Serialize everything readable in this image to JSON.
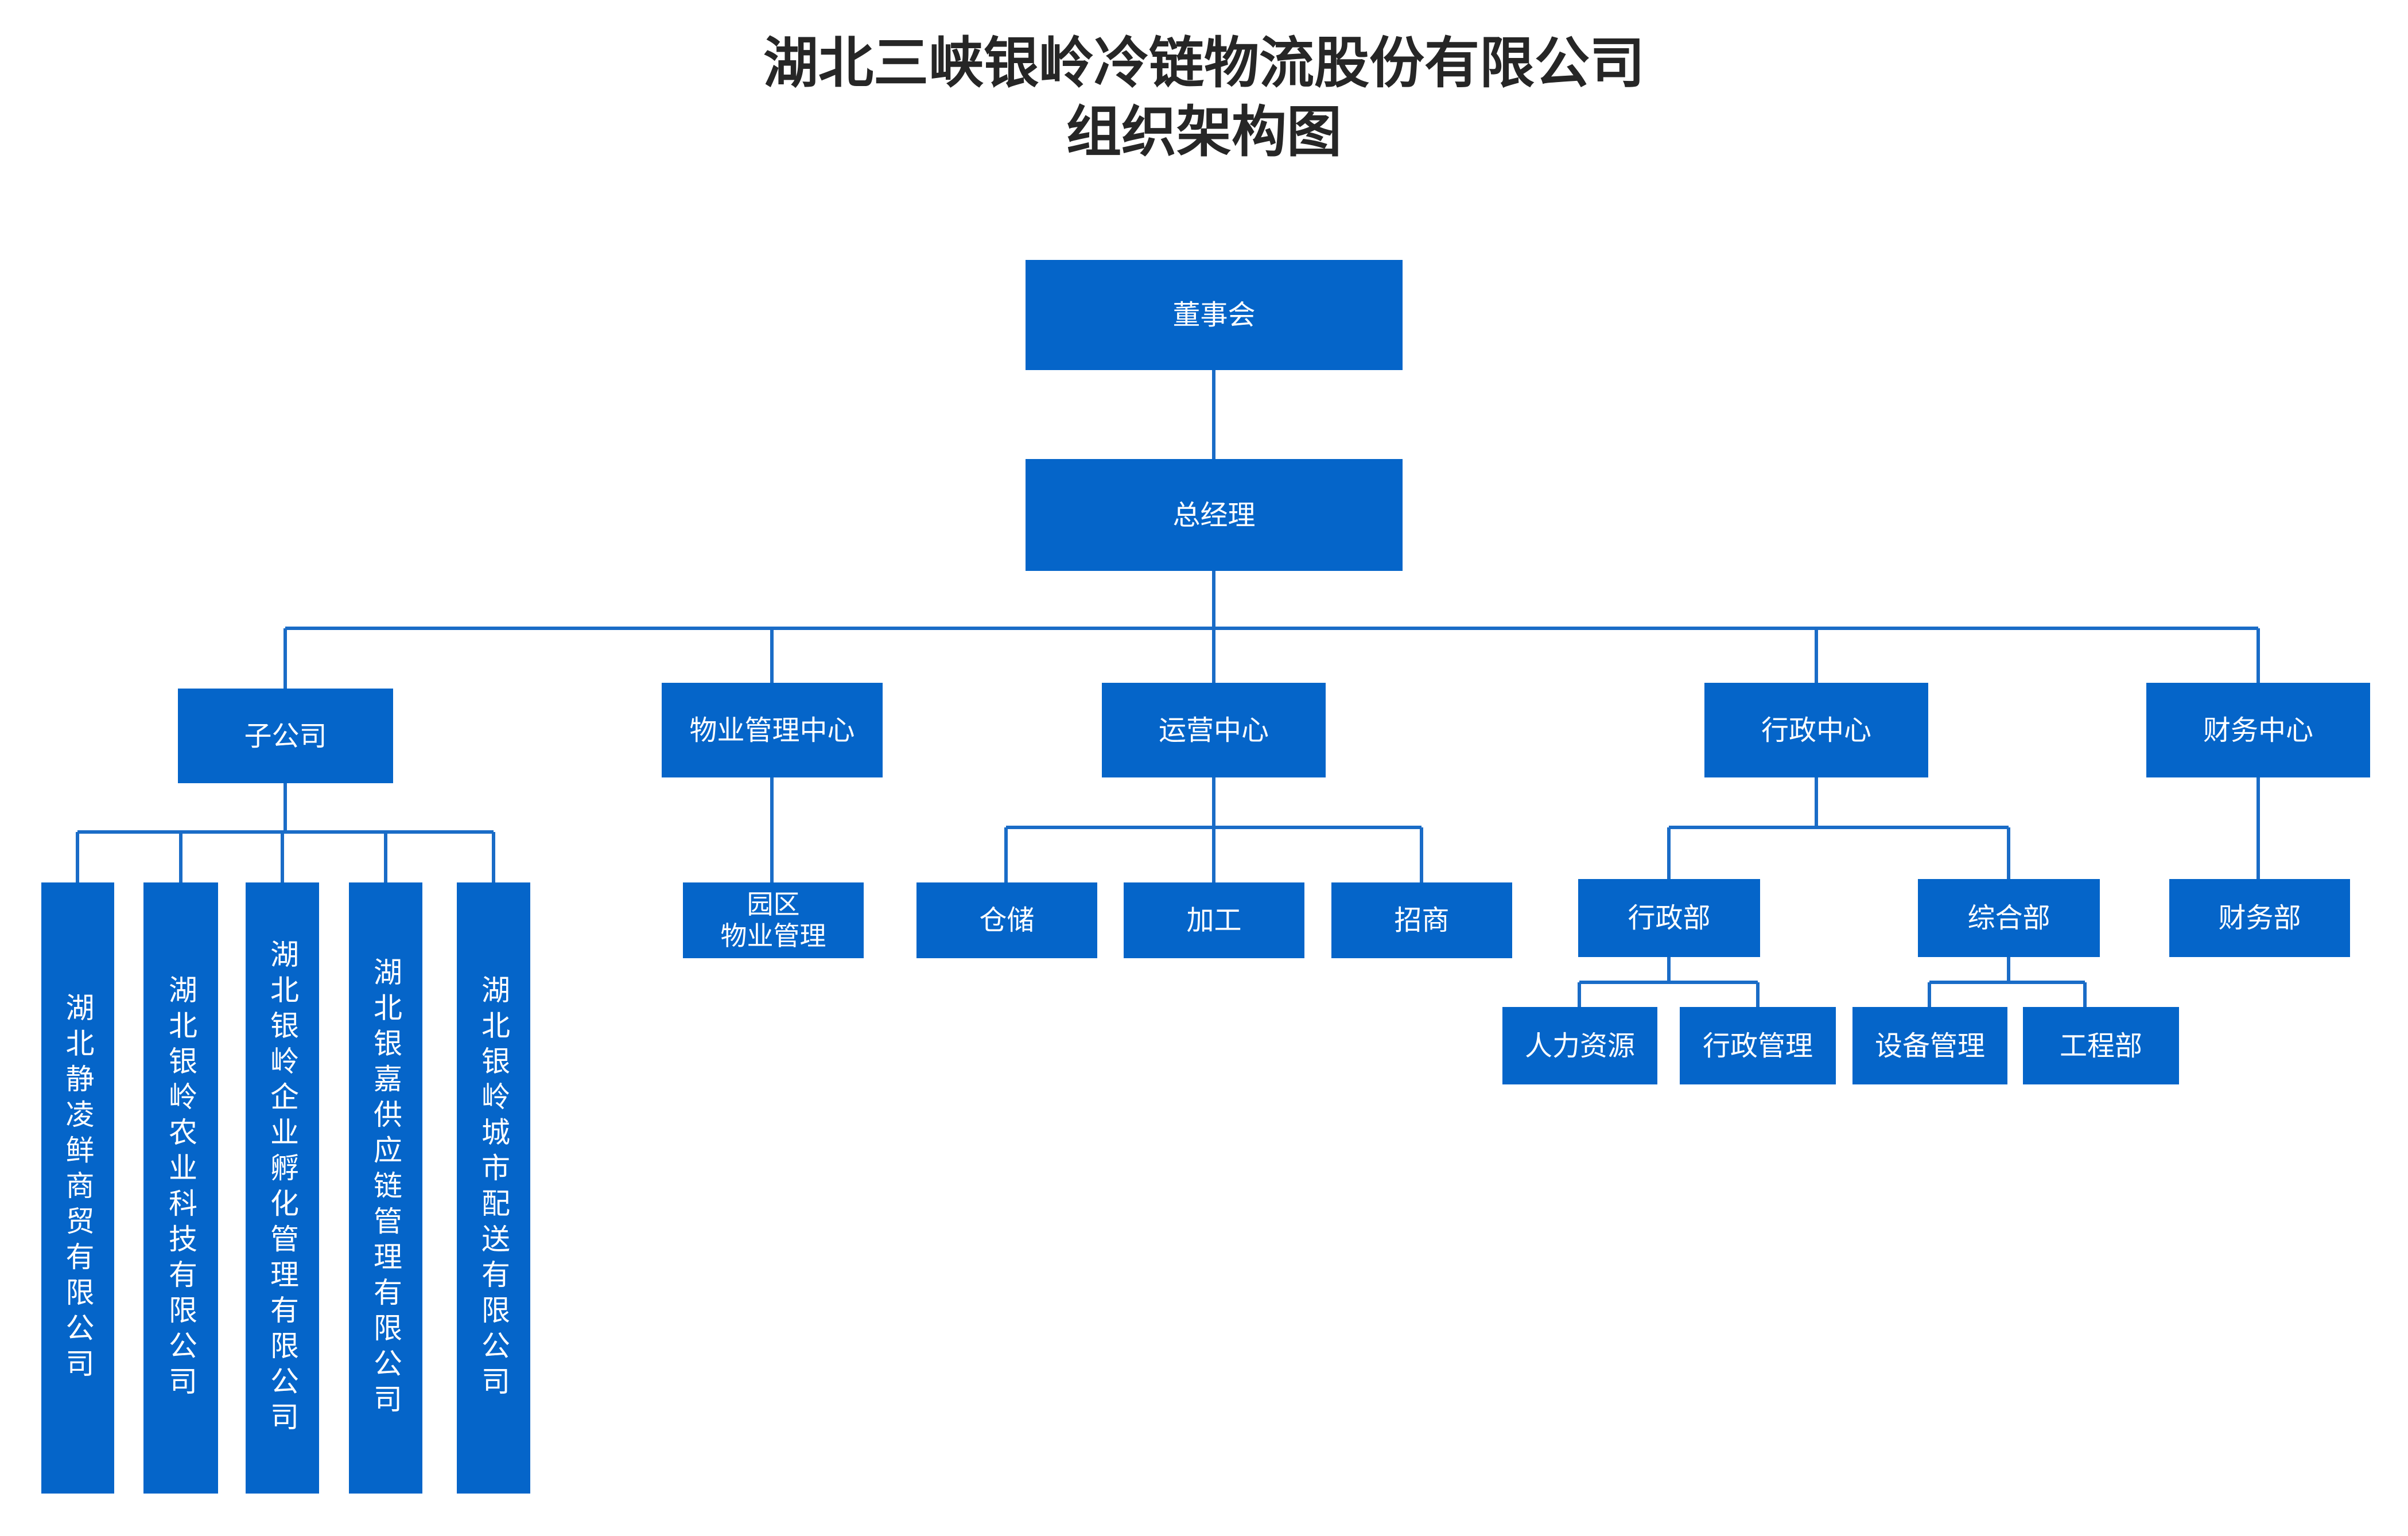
{
  "title": {
    "line1": "湖北三峡银岭冷链物流股份有限公司",
    "line2": "组织架构图"
  },
  "org": {
    "board": "董事会",
    "gm": "总经理",
    "departments": {
      "subsidiary": "子公司",
      "property_center": "物业管理中心",
      "operations_center": "运营中心",
      "admin_center": "行政中心",
      "finance_center": "财务中心"
    },
    "subsidiaries": [
      "湖北静凌鲜商贸有限公司",
      "湖北银岭农业科技有限公司",
      "湖北银岭企业孵化管理有限公司",
      "湖北银嘉供应链管理有限公司",
      "湖北银岭城市配送有限公司"
    ],
    "property": {
      "line1": "园区",
      "line2": "物业管理"
    },
    "operations": [
      "仓储",
      "加工",
      "招商"
    ],
    "admin": {
      "admin_dept": "行政部",
      "general_dept": "综合部",
      "admin_children": [
        "人力资源",
        "行政管理"
      ],
      "general_children": [
        "设备管理",
        "工程部"
      ]
    },
    "finance": {
      "finance_dept": "财务部"
    }
  },
  "colors": {
    "box": "#0565c9",
    "line": "#1a6cc7",
    "title": "#262626"
  }
}
